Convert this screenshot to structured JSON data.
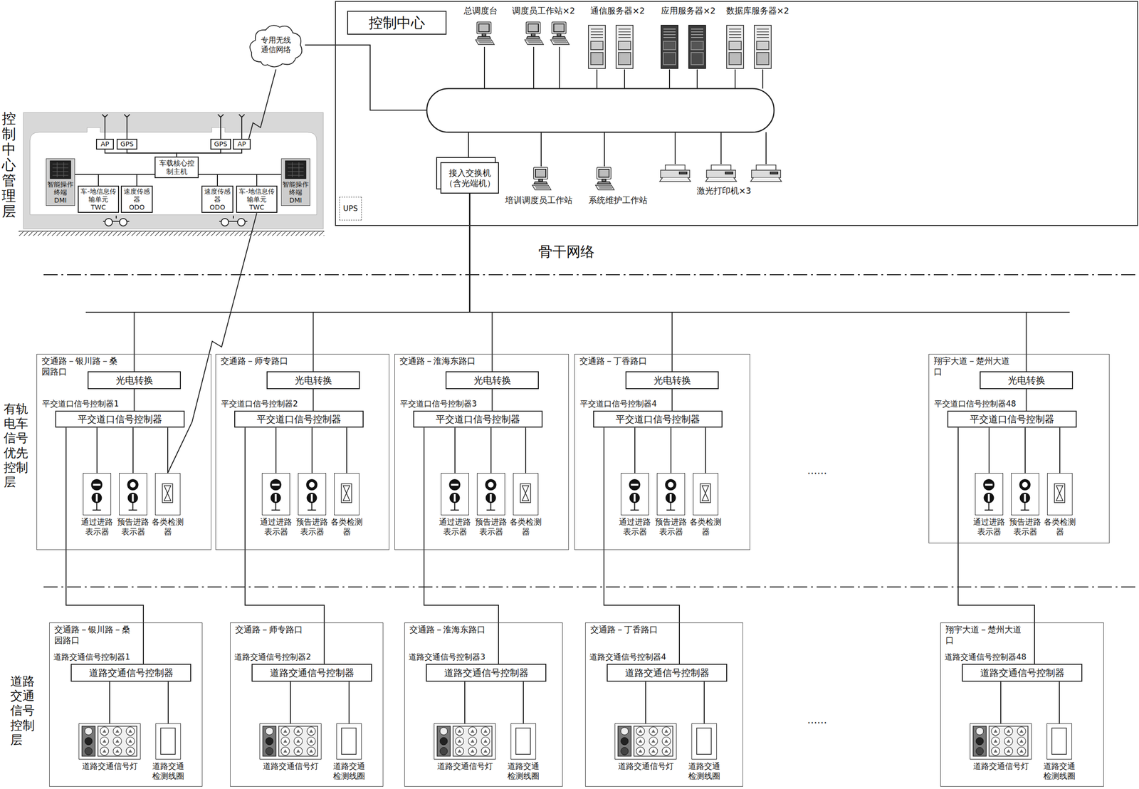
{
  "diagram": {
    "nodes": [
      {
        "text": [
          "控制中心"
        ]
      },
      {
        "text": [
          "接入交换机 （含光端机）"
        ],
        "in": 0
      },
      {
        "text": [
          "UPS"
        ],
        "in": 0
      },
      {
        "text": [
          "AP"
        ]
      },
      {
        "text": [
          "GPS"
        ]
      },
      {
        "text": [
          "GPS"
        ]
      },
      {
        "text": [
          "AP"
        ]
      },
      {
        "text": [
          "车载核心控制主机"
        ]
      },
      {
        "text": [
          "智能操作终端",
          "DMI"
        ]
      },
      {
        "text": [
          "车-地信息传输单元",
          "TWC"
        ]
      },
      {
        "text": [
          "速度传感器",
          "ODO"
        ]
      },
      {
        "text": [
          "速度传感器",
          "ODO"
        ]
      },
      {
        "text": [
          "车-地信息传输单元",
          "TWC"
        ]
      },
      {
        "text": [
          "智能操作终端",
          "DMI"
        ]
      },
      {
        "text": [
          "专用无线通信网络"
        ]
      },
      {
        "text": [
          "交通路－银川路－桑园路口"
        ]
      },
      {
        "text": [
          "光电转换"
        ],
        "in": 15
      },
      {
        "text": [
          "平交道口信号控制器1",
          "平交道口信号控制器"
        ],
        "in": 15
      },
      {
        "text": [
          "通过进路表示器"
        ],
        "in": 15
      },
      {
        "text": [
          "预告进路表示器"
        ],
        "in": 15
      },
      {
        "text": [
          "各类检测器"
        ],
        "in": 15
      },
      {
        "text": [
          "交通路－师专路口"
        ]
      },
      {
        "text": [
          "光电转换"
        ],
        "in": 21
      },
      {
        "text": [
          "平交道口信号控制器2",
          "平交道口信号控制器"
        ],
        "in": 21
      },
      {
        "text": [
          "通过进路表示器"
        ],
        "in": 21
      },
      {
        "text": [
          "预告进路表示器"
        ],
        "in": 21
      },
      {
        "text": [
          "各类检测器"
        ],
        "in": 21
      },
      {
        "text": [
          "交通路－淮海东路口"
        ]
      },
      {
        "text": [
          "光电转换"
        ],
        "in": 27
      },
      {
        "text": [
          "平交道口信号控制器3",
          "平交道口信号控制器"
        ],
        "in": 27
      },
      {
        "text": [
          "通过进路表示器"
        ],
        "in": 27
      },
      {
        "text": [
          "预告进路表示器"
        ],
        "in": 27
      },
      {
        "text": [
          "各类检测器"
        ],
        "in": 27
      },
      {
        "text": [
          "交通路－丁香路口"
        ]
      },
      {
        "text": [
          "光电转换"
        ],
        "in": 33
      },
      {
        "text": [
          "平交道口信号控制器4",
          "平交道口信号控制器"
        ],
        "in": 33
      },
      {
        "text": [
          "通过进路表示器"
        ],
        "in": 33
      },
      {
        "text": [
          "预告进路表示器"
        ],
        "in": 33
      },
      {
        "text": [
          "各类检测器"
        ],
        "in": 33
      },
      {
        "text": [
          "翔宇大道－楚州大道口"
        ]
      },
      {
        "text": [
          "光电转换"
        ],
        "in": 39
      },
      {
        "text": [
          "平交道口信号控制器48",
          "平交道口信号控制器"
        ],
        "in": 39
      },
      {
        "text": [
          "通过进路表示器"
        ],
        "in": 39
      },
      {
        "text": [
          "预告进路表示器"
        ],
        "in": 39
      },
      {
        "text": [
          "各类检测器"
        ],
        "in": 39
      },
      {
        "text": [
          "交通路－银川路－桑园路口"
        ]
      },
      {
        "text": [
          "道路交通信号控制器1",
          "道路交通信号控制器"
        ],
        "in": 45
      },
      {
        "text": [
          "道路交通信号灯"
        ],
        "in": 45
      },
      {
        "text": [
          "道路交通检测线圈"
        ],
        "in": 45
      },
      {
        "text": [
          "交通路－师专路口"
        ]
      },
      {
        "text": [
          "道路交通信号控制器2",
          "道路交通信号控制器"
        ],
        "in": 49
      },
      {
        "text": [
          "道路交通信号灯"
        ],
        "in": 49
      },
      {
        "text": [
          "道路交通检测线圈"
        ],
        "in": 49
      },
      {
        "text": [
          "交通路－淮海东路口"
        ]
      },
      {
        "text": [
          "道路交通信号控制器3",
          "道路交通信号控制器"
        ],
        "in": 53
      },
      {
        "text": [
          "道路交通信号灯"
        ],
        "in": 53
      },
      {
        "text": [
          "道路交通检测线圈"
        ],
        "in": 53
      },
      {
        "text": [
          "交通路－丁香路口"
        ]
      },
      {
        "text": [
          "道路交通信号控制器4",
          "道路交通信号控制器"
        ],
        "in": 57
      },
      {
        "text": [
          "道路交通信号灯"
        ],
        "in": 57
      },
      {
        "text": [
          "道路交通检测线圈"
        ],
        "in": 57
      },
      {
        "text": [
          "翔宇大道－楚州大道口"
        ]
      },
      {
        "text": [
          "道路交通信号控制器48",
          "道路交通信号控制器"
        ],
        "in": 61
      },
      {
        "text": [
          "道路交通信号灯"
        ],
        "in": 61
      },
      {
        "text": [
          "道路交通检测线圈"
        ],
        "in": 61
      }
    ],
    "edges": [
      {
        "from": 6,
        "to": 14,
        "arrow": "none"
      },
      {
        "from": 14,
        "to": 0,
        "arrow": "none"
      },
      {
        "from": 12,
        "to": 20,
        "arrow": "none"
      },
      {
        "from": 7,
        "to": 3,
        "arrow": "none"
      },
      {
        "from": 7,
        "to": 4,
        "arrow": "none"
      },
      {
        "from": 7,
        "to": 5,
        "arrow": "none"
      },
      {
        "from": 7,
        "to": 6,
        "arrow": "none"
      },
      {
        "from": 7,
        "to": 8,
        "arrow": "none"
      },
      {
        "from": 7,
        "to": 9,
        "arrow": "none"
      },
      {
        "from": 7,
        "to": 10,
        "arrow": "none"
      },
      {
        "from": 7,
        "to": 11,
        "arrow": "none"
      },
      {
        "from": 7,
        "to": 12,
        "arrow": "none"
      },
      {
        "from": 7,
        "to": 13,
        "arrow": "none"
      },
      {
        "from": 1,
        "to": 16,
        "arrow": "none"
      },
      {
        "from": 1,
        "to": 22,
        "arrow": "none"
      },
      {
        "from": 1,
        "to": 28,
        "arrow": "none"
      },
      {
        "from": 1,
        "to": 34,
        "arrow": "none"
      },
      {
        "from": 1,
        "to": 40,
        "arrow": "none"
      },
      {
        "from": 16,
        "to": 17,
        "arrow": "none"
      },
      {
        "from": 22,
        "to": 23,
        "arrow": "none"
      },
      {
        "from": 28,
        "to": 29,
        "arrow": "none"
      },
      {
        "from": 34,
        "to": 35,
        "arrow": "none"
      },
      {
        "from": 40,
        "to": 41,
        "arrow": "none"
      },
      {
        "from": 17,
        "to": 18,
        "arrow": "none"
      },
      {
        "from": 17,
        "to": 19,
        "arrow": "none"
      },
      {
        "from": 17,
        "to": 20,
        "arrow": "none"
      },
      {
        "from": 23,
        "to": 24,
        "arrow": "none"
      },
      {
        "from": 23,
        "to": 25,
        "arrow": "none"
      },
      {
        "from": 23,
        "to": 26,
        "arrow": "none"
      },
      {
        "from": 29,
        "to": 30,
        "arrow": "none"
      },
      {
        "from": 29,
        "to": 31,
        "arrow": "none"
      },
      {
        "from": 29,
        "to": 32,
        "arrow": "none"
      },
      {
        "from": 35,
        "to": 36,
        "arrow": "none"
      },
      {
        "from": 35,
        "to": 37,
        "arrow": "none"
      },
      {
        "from": 35,
        "to": 38,
        "arrow": "none"
      },
      {
        "from": 41,
        "to": 42,
        "arrow": "none"
      },
      {
        "from": 41,
        "to": 43,
        "arrow": "none"
      },
      {
        "from": 41,
        "to": 44,
        "arrow": "none"
      },
      {
        "from": 17,
        "to": 46,
        "arrow": "none"
      },
      {
        "from": 23,
        "to": 50,
        "arrow": "none"
      },
      {
        "from": 29,
        "to": 54,
        "arrow": "none"
      },
      {
        "from": 35,
        "to": 58,
        "arrow": "none"
      },
      {
        "from": 41,
        "to": 62,
        "arrow": "none"
      },
      {
        "from": 46,
        "to": 47,
        "arrow": "none"
      },
      {
        "from": 46,
        "to": 48,
        "arrow": "none"
      },
      {
        "from": 50,
        "to": 51,
        "arrow": "none"
      },
      {
        "from": 50,
        "to": 52,
        "arrow": "none"
      },
      {
        "from": 54,
        "to": 55,
        "arrow": "none"
      },
      {
        "from": 54,
        "to": 56,
        "arrow": "none"
      },
      {
        "from": 58,
        "to": 59,
        "arrow": "none"
      },
      {
        "from": 58,
        "to": 60,
        "arrow": "none"
      },
      {
        "from": 62,
        "to": 63,
        "arrow": "none"
      },
      {
        "from": 62,
        "to": 64,
        "arrow": "none"
      }
    ],
    "labels": [
      "总调度台",
      "调度员工作站×2",
      "通信服务器×2",
      "应用服务器×2",
      "数据库服务器×2",
      "培训调度员工作站",
      "系统维护工作站",
      "激光打印机×3",
      "骨干网络",
      "控制中心管理层",
      "有轨电车信号优先控制层",
      "道路交通信号控制层",
      "......",
      "......"
    ]
  }
}
